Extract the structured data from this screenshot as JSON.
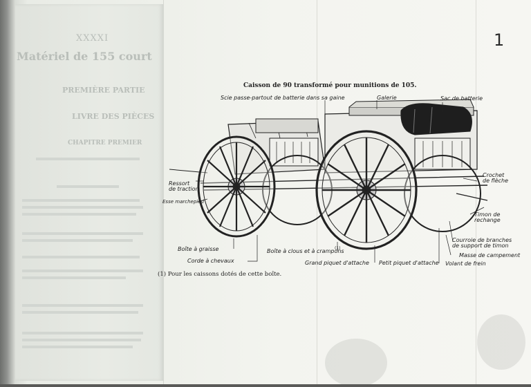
{
  "page": {
    "number": "1",
    "caption_title": "Caisson de 90 transformé pour munitions de 105.",
    "footnote": "(1) Pour les caissons dotés de cette boîte."
  },
  "ghost_text": {
    "code": "XXXXI",
    "title": "Matériel de 155 court",
    "heading1": "PREMIÈRE PARTIE",
    "heading2": "LIVRE DES PIÈCES",
    "heading3": "CHAPITRE PREMIER"
  },
  "labels": {
    "scie": "Scie passe-partout de batterie dans sa gaine",
    "galerie": "Galerie",
    "sac": "Sac de batterie",
    "ressort": "Ressort",
    "ressort2": "de traction",
    "esse": "Esse marchepied",
    "crochet": "Crochet",
    "crochet2": "de flèche",
    "timon": "Timon de",
    "timon2": "rechange",
    "courroie": "Courroie de branches",
    "courroie2": "de support de timon",
    "masse": "Masse de campement",
    "volant": "Volant de frein",
    "boite_graisse": "Boîte à graisse",
    "corde": "Corde à chevaux",
    "boite_clous": "Boîte à clous et à crampons",
    "boite_clous_ref": "(1)",
    "grand_piquet": "Grand piquet d'attache",
    "petit_piquet": "Petit piquet d'attache"
  }
}
